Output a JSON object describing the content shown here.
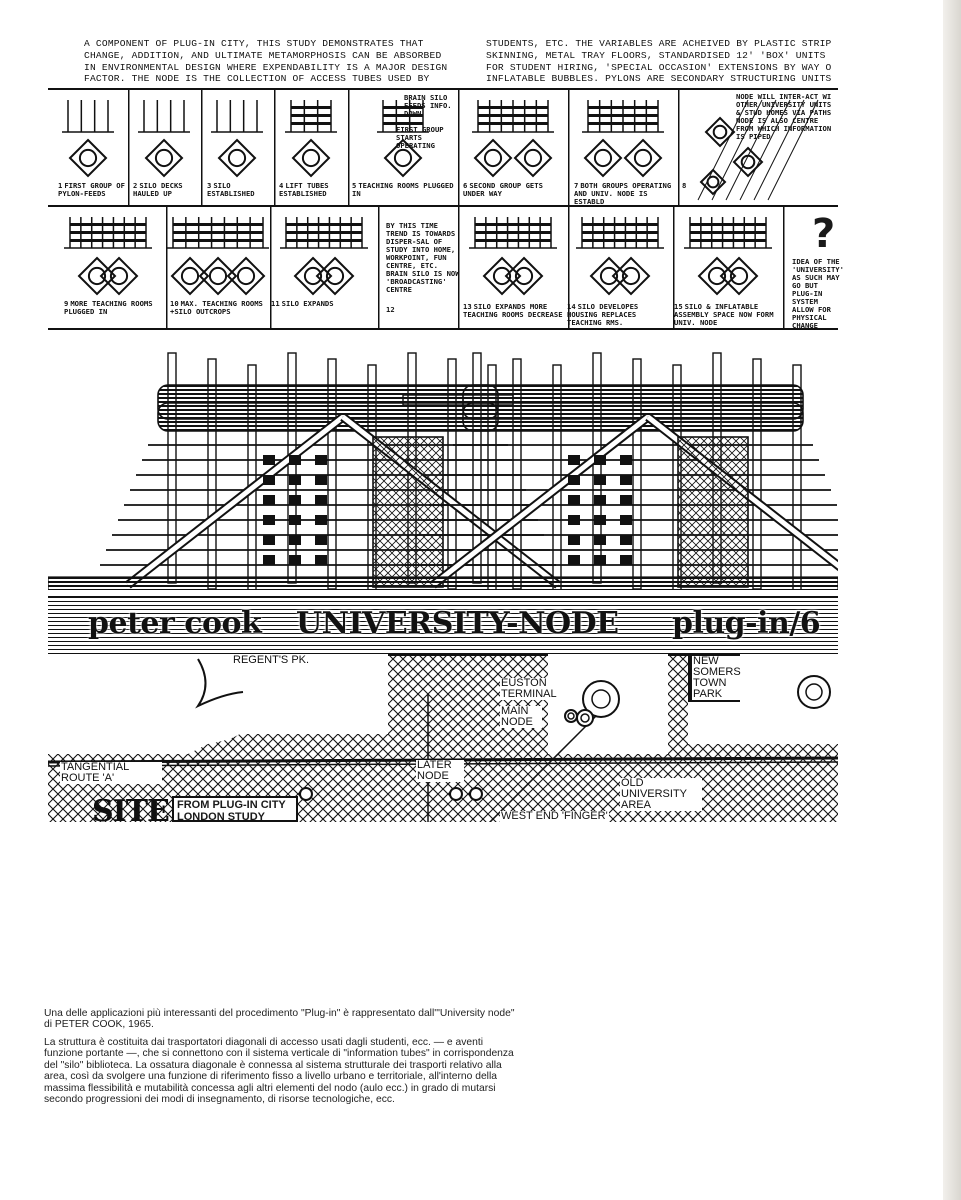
{
  "intro": {
    "left": "A COMPONENT OF PLUG-IN CITY, THIS STUDY DEMONSTRATES THAT\nCHANGE, ADDITION, AND ULTIMATE METAMORPHOSIS CAN BE ABSORBED\nIN ENVIRONMENTAL DESIGN WHERE EXPENDABILITY IS A MAJOR DESIGN\nFACTOR. THE NODE IS THE COLLECTION OF ACCESS TUBES USED BY",
    "right": "STUDENTS, ETC. THE VARIABLES ARE ACHEIVED BY PLASTIC STRIP\nSKINNING, METAL TRAY FLOORS, STANDARDISED 12' 'BOX' UNITS\nFOR STUDENT HIRING, 'SPECIAL OCCASION' EXTENSIONS BY WAY O\nINFLATABLE BUBBLES. PYLONS ARE SECONDARY STRUCTURING UNITS"
  },
  "steps_row1": [
    {
      "num": "1",
      "label": "FIRST GROUP OF PYLON-FEEDS"
    },
    {
      "num": "2",
      "label": "SILO DECKS HAULED UP"
    },
    {
      "num": "3",
      "label": "SILO ESTABLISHED"
    },
    {
      "num": "4",
      "label": "LIFT TUBES ESTABLISHED"
    },
    {
      "num": "5",
      "label": "TEACHING ROOMS PLUGGED IN"
    },
    {
      "num": "6",
      "label": "SECOND GROUP GETS UNDER WAY"
    },
    {
      "num": "7",
      "label": "BOTH GROUPS OPERATING AND UNIV. NODE IS ESTABLD"
    },
    {
      "num": "8",
      "label": ""
    }
  ],
  "step5_note": "BRAIN SILO FEEDS INFO. DOWN",
  "step5_note2": "FIRST GROUP STARTS OPERATING",
  "step8_note": "NODE WILL INTER-ACT WI OTHER UNIVERSITY UNITS & STUD HOMES VIA PATHS NODE IS ALSO CENTRE FROM WHICH INFORMATION IS PIPED",
  "steps_row2": [
    {
      "num": "9",
      "label": "MORE TEACHING ROOMS PLUGGED IN"
    },
    {
      "num": "10",
      "label": "MAX. TEACHING ROOMS +SILO OUTCROPS"
    },
    {
      "num": "11",
      "label": "SILO EXPANDS"
    },
    {
      "num": "12",
      "label": ""
    },
    {
      "num": "13",
      "label": "SILO EXPANDS MORE TEACHING ROOMS DECREASE"
    },
    {
      "num": "14",
      "label": "SILO DEVELOPES HOUSING REPLACES TEACHING RMS."
    },
    {
      "num": "15",
      "label": "SILO & INFLATABLE ASSEMBLY SPACE NOW FORM UNIV. NODE"
    }
  ],
  "step12_note": "BY THIS TIME TREND IS TOWARDS DISPER-SAL OF STUDY INTO HOME, WORKPOINT, FUN CENTRE, ETC. BRAIN SILO IS NOW 'BROADCASTING' CENTRE",
  "question_note": "IDEA OF THE 'UNIVERSITY' AS SUCH MAY GO BUT PLUG-IN SYSTEM ALLOW FOR PHYSICAL CHANGE",
  "question_mark": "?",
  "title_band": {
    "author": "peter cook",
    "project": "UNIVERSITY-NODE",
    "series": "plug-in/6"
  },
  "map_labels": {
    "regents": "REGENT'S PK.",
    "euston": "EUSTON TERMINAL",
    "main_node": "MAIN NODE",
    "somers": "NEW SOMERS TOWN PARK",
    "tangential": "TANGENTIAL ROUTE 'A'",
    "later_node": "LATER NODE",
    "old_univ": "OLD UNIVERSITY AREA",
    "west_end": "WEST END 'FINGER'"
  },
  "site": {
    "word": "SITE",
    "box": "FROM PLUG-IN CITY LONDON STUDY"
  },
  "caption": {
    "p1": "Una delle applicazioni più interessanti del procedimento \"Plug-in\" è rappresentato dall'\"University node\" di PETER COOK, 1965.",
    "p2": "La struttura è costituita dai trasportatori diagonali di accesso usati dagli studenti, ecc. — e aventi funzione portante —, che si connettono con il sistema verticale di \"information tubes\" in corrispondenza del \"silo\" biblioteca. La ossatura diagonale è connessa al sistema strutturale dei trasporti relativo alla area, così da svolgere una funzione di riferimento fisso a livello urbano e territoriale, all'interno della massima flessibilità e mutabilità concessa agli altri elementi del nodo (aulo ecc.) in grado di mutarsi secondo progressioni dei modi di insegnamento, di risorse tecnologiche, ecc."
  }
}
